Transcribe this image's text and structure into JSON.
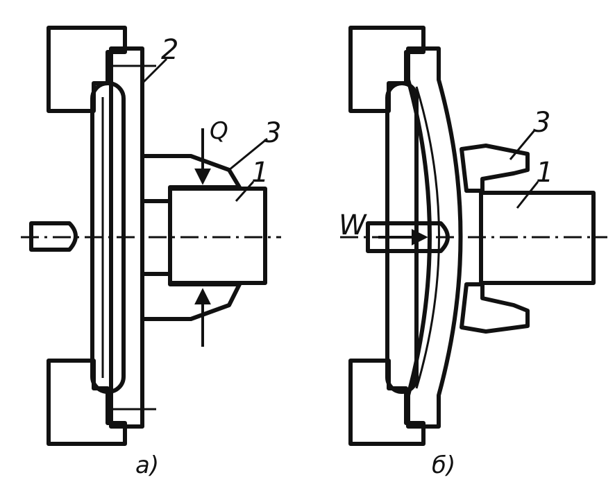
{
  "figure": {
    "panel_a": {
      "caption": "а)",
      "labels": {
        "part_1": "1",
        "part_2": "2",
        "part_3": "3",
        "force_q": "Q"
      }
    },
    "panel_b": {
      "caption": "б)",
      "labels": {
        "part_1": "1",
        "part_3": "3",
        "force_w": "W"
      }
    }
  }
}
